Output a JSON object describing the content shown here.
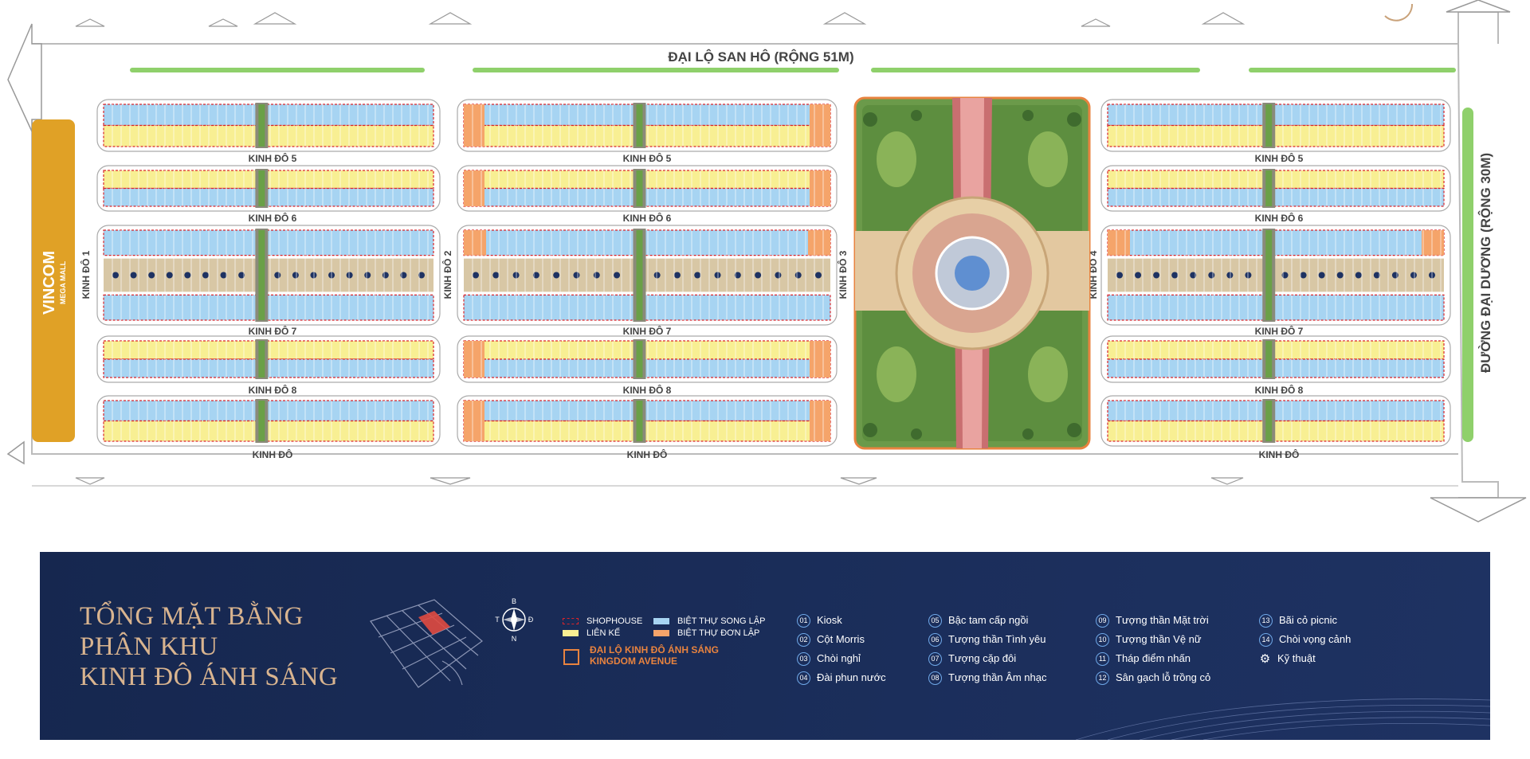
{
  "roads": {
    "top": "ĐẠI LỘ SAN HÔ (RỘNG 51M)",
    "right": "ĐƯỜNG ĐẠI DƯƠNG (RỘNG 30M)",
    "vincom": "VINCOM",
    "vincom_sub": "MEGA MALL",
    "kinh_do_5": "KINH ĐÔ 5",
    "kinh_do_6": "KINH ĐÔ 6",
    "kinh_do_7": "KINH ĐÔ 7",
    "kinh_do_8": "KINH ĐÔ 8",
    "kinh_do": "KINH ĐÔ",
    "kinh_do_1": "KINH ĐÔ 1",
    "kinh_do_2": "KINH ĐÔ 2",
    "kinh_do_3": "KINH ĐÔ 3",
    "kinh_do_4": "KINH ĐÔ 4"
  },
  "colors": {
    "shophouse_border": "#d9242a",
    "lien_ke": "#f8ef93",
    "biet_thu_song_lap": "#a7d4f2",
    "biet_thu_don_lap": "#f5a46a",
    "avenue": "#e8833f",
    "green_strip": "#8fd06b",
    "vincom": "#e0a126",
    "legend_bg": "#1b2e5b"
  },
  "legend": {
    "title_lines": [
      "TỔNG MẶT BẰNG",
      "PHÂN KHU",
      "KINH ĐÔ ÁNH SÁNG"
    ],
    "compass": {
      "n": "B",
      "s": "N",
      "w": "T",
      "e": "Đ"
    },
    "keys": {
      "shophouse": "SHOPHOUSE",
      "lien_ke": "LIÊN KẾ",
      "song_lap": "BIỆT THỰ SONG LẬP",
      "don_lap": "BIỆT THỰ ĐƠN LẬP",
      "avenue_1": "ĐẠI LỘ KINH ĐÔ ÁNH SÁNG",
      "avenue_2": "KINGDOM AVENUE"
    },
    "items": [
      {
        "n": "01",
        "label": "Kiosk"
      },
      {
        "n": "02",
        "label": "Cột Morris"
      },
      {
        "n": "03",
        "label": "Chòi nghỉ"
      },
      {
        "n": "04",
        "label": "Đài phun nước"
      },
      {
        "n": "05",
        "label": "Bậc tam cấp ngồi"
      },
      {
        "n": "06",
        "label": "Tượng thần Tình yêu"
      },
      {
        "n": "07",
        "label": "Tượng cặp đôi"
      },
      {
        "n": "08",
        "label": "Tượng thần Âm nhạc"
      },
      {
        "n": "09",
        "label": "Tượng thần Mặt trời"
      },
      {
        "n": "10",
        "label": "Tượng thần Vệ nữ"
      },
      {
        "n": "11",
        "label": "Tháp điểm nhấn"
      },
      {
        "n": "12",
        "label": "Sân gạch lỗ trồng cỏ"
      },
      {
        "n": "13",
        "label": "Bãi cỏ picnic"
      },
      {
        "n": "14",
        "label": "Chòi vọng cảnh"
      },
      {
        "n": "gear-icon",
        "label": "Kỹ thuật"
      }
    ]
  }
}
